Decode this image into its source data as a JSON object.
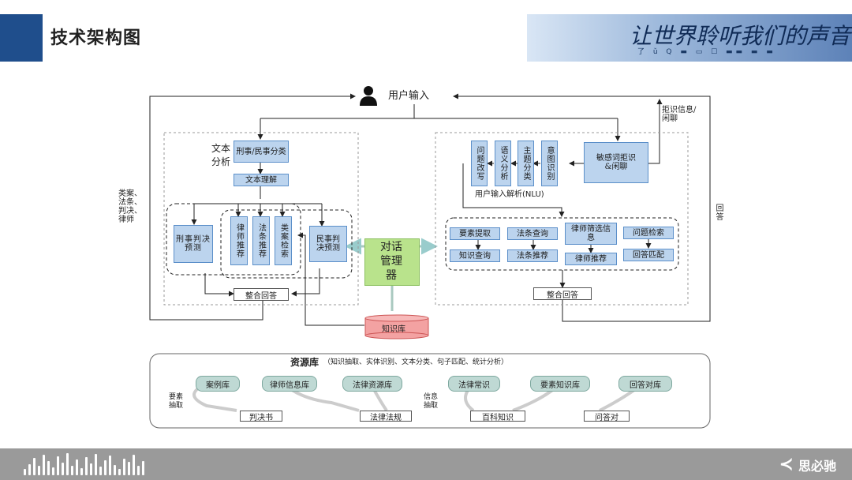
{
  "page": {
    "title": "技术架构图"
  },
  "banner": {
    "main": "让世界聆听我们的声音",
    "sub": "了 ǔ Q ▬ ▭ ☐ ▬▬ ▬ ▬"
  },
  "footer": {
    "logo_text": "思必驰"
  },
  "diagram": {
    "user_input": "用户输入",
    "reject_info": "拒识信息/闲聊",
    "answer": "回答",
    "left_side_label": "类案、法条、判决、律师",
    "text_analysis": "文本分析",
    "crim_civil": "刑事/民事分类",
    "text_understand": "文本理解",
    "left_boxes": {
      "crim_predict": "刑事判决预测",
      "lawyer_rec": "律师推荐",
      "law_rec": "法条推荐",
      "case_search": "类案检索",
      "civil_predict": "民事判决预测"
    },
    "integrate_left": "整合回答",
    "dialog_manager": "对话管理器",
    "knowledge_base": "知识库",
    "nlu_boxes": {
      "rewrite": "问题改写",
      "semantic": "语义分析",
      "topic": "主题分类",
      "intent": "意图识别"
    },
    "sensitive": "敏感词拒识&闲聊",
    "nlu_label": "用户输入解析(NLU)",
    "right_boxes": {
      "extract": "要素提取",
      "law_query": "法条查询",
      "lawyer_filter": "律师筛选信息",
      "question_search": "问题检索",
      "knowledge_query": "知识查询",
      "law_rec": "法条推荐",
      "lawyer_rec": "律师推荐",
      "answer_match": "回答匹配"
    },
    "integrate_right": "整合回答",
    "resource": {
      "title": "资源库",
      "subtitle": "（知识抽取、实体识别、文本分类、句子匹配、统计分析）",
      "dbs": [
        "案例库",
        "律师信息库",
        "法律资源库",
        "法律常识",
        "要素知识库",
        "回答对库"
      ],
      "sources": [
        "判决书",
        "法律法规",
        "百科知识",
        "问答对"
      ],
      "extract_label": "要素抽取",
      "info_label": "信息抽取"
    }
  }
}
